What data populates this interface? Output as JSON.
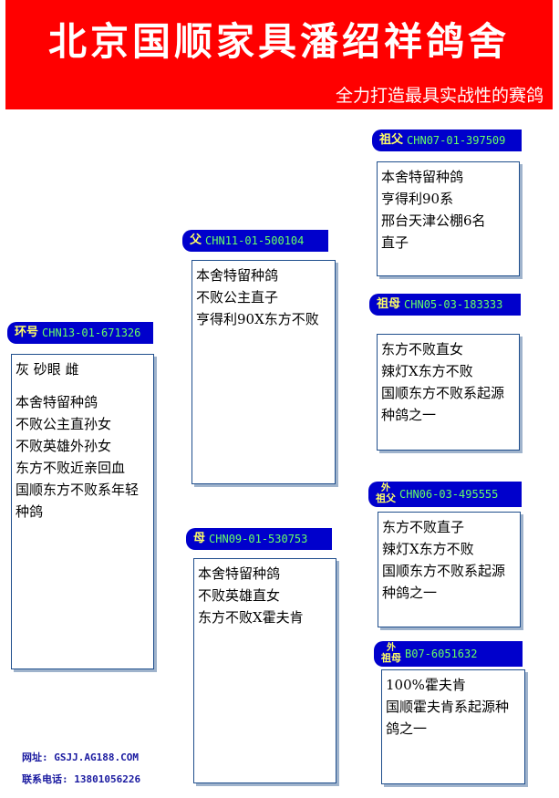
{
  "header": {
    "title": "北京国顺家具潘绍祥鸽舍",
    "subtitle": "全力打造最具实战性的赛鸽"
  },
  "colors": {
    "banner": "#ff0000",
    "tag_bg": "#0000cc",
    "role_text": "#ffff66",
    "code_text": "#66ff66"
  },
  "subject": {
    "role": "环号",
    "ring": "CHN13-01-671326",
    "lines": [
      "灰  砂眼  雌",
      "",
      "本舍特留种鸽",
      "不败公主直孙女",
      "不败英雄外孙女",
      "东方不败近亲回血",
      "国顺东方不败系年轻种鸽"
    ]
  },
  "sire": {
    "role": "父",
    "ring": "CHN11-01-500104",
    "lines": [
      "本舍特留种鸽",
      "不败公主直子",
      "亨得利90X东方不败"
    ]
  },
  "dam": {
    "role": "母",
    "ring": "CHN09-01-530753",
    "lines": [
      "本舍特留种鸽",
      "不败英雄直女",
      "东方不败X霍夫肯"
    ]
  },
  "grandsire": {
    "role": "祖父",
    "ring": "CHN07-01-397509",
    "lines": [
      "本舍特留种鸽",
      "亨得利90系",
      "邢台天津公棚6名",
      "直子"
    ]
  },
  "granddam": {
    "role": "祖母",
    "ring": "CHN05-03-183333",
    "lines": [
      "东方不败直女",
      "辣灯X东方不败",
      "国顺东方不败系起源种鸽之一"
    ]
  },
  "maternal_grandsire": {
    "role_top": "外",
    "role": "祖父",
    "ring": "CHN06-03-495555",
    "lines": [
      "东方不败直子",
      "辣灯X东方不败",
      "国顺东方不败系起源种鸽之一"
    ]
  },
  "maternal_granddam": {
    "role_top": "外",
    "role": "祖母",
    "ring": "B07-6051632",
    "lines": [
      "100%霍夫肯",
      "国顺霍夫肯系起源种鸽之一"
    ]
  },
  "footer": {
    "website": "网址: GSJJ.AG188.COM",
    "phone": "联系电话: 13801056226"
  }
}
